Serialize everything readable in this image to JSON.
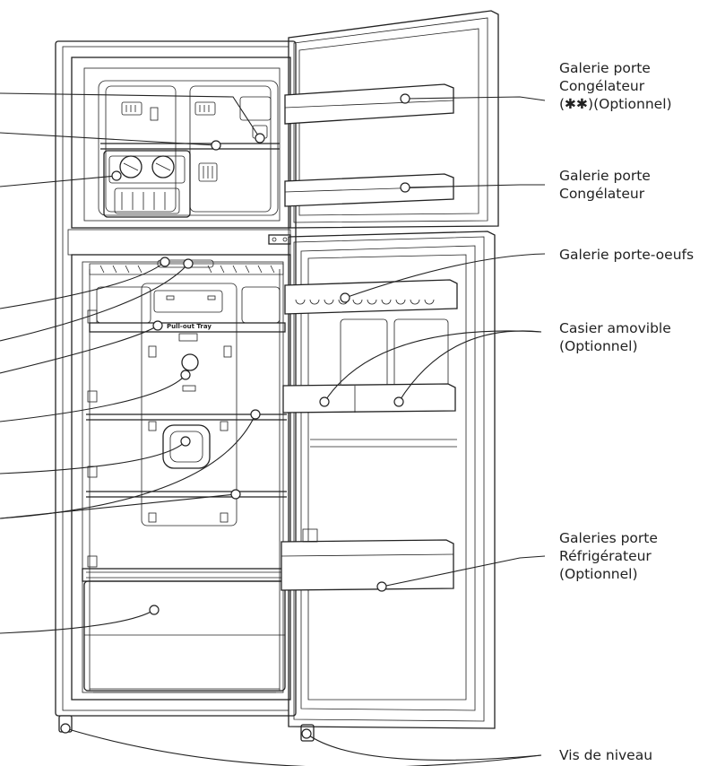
{
  "colors": {
    "ink": "#222222",
    "background": "#ffffff"
  },
  "tray_text": "Pull-out Tray",
  "labels": {
    "freezer_door_shelf_optional": {
      "line1": "Galerie porte",
      "line2": "Congélateur",
      "line3": "(✱✱)(Optionnel)"
    },
    "freezer_door_shelf": {
      "line1": "Galerie porte",
      "line2": "Congélateur"
    },
    "egg_shelf": {
      "line1": "Galerie porte-oeufs"
    },
    "removable_bin": {
      "line1": "Casier amovible",
      "line2": "(Optionnel)"
    },
    "fridge_door_shelves": {
      "line1": "Galeries porte",
      "line2": "Réfrigérateur",
      "line3": "(Optionnel)"
    },
    "leveling_screw": {
      "line1": "Vis de niveau"
    }
  }
}
